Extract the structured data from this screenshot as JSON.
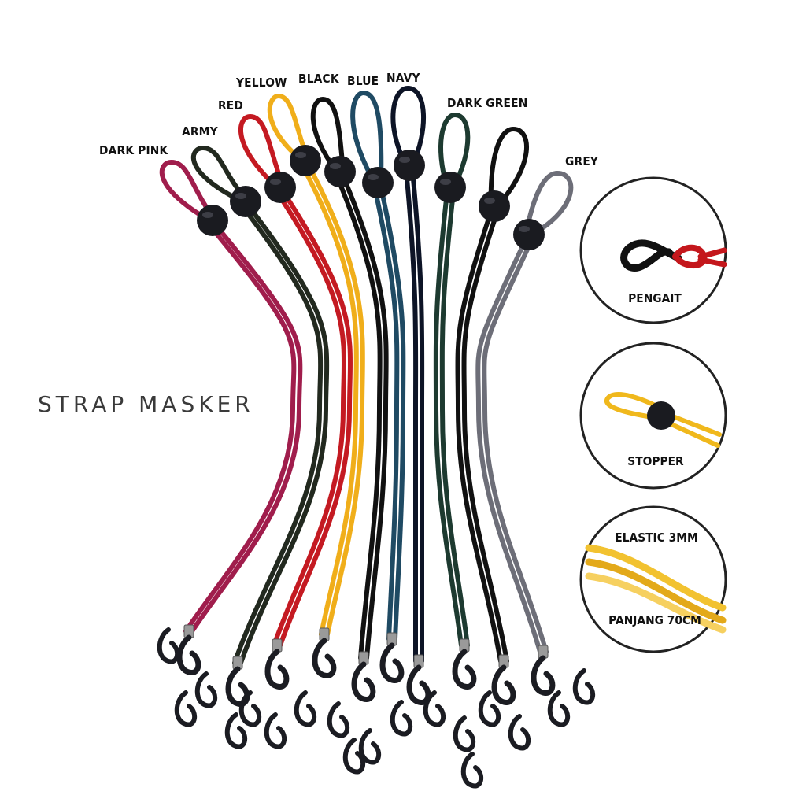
{
  "title": "STRAP MASKER",
  "color_labels": [
    "DARK PINK",
    "ARMY",
    "RED",
    "YELLOW",
    "BLACK",
    "BLUE",
    "NAVY",
    "DARK GREEN",
    "GREY"
  ],
  "colors": {
    "dark_pink": "#a01d4c",
    "army": "#22291f",
    "red": "#c41a22",
    "yellow": "#f0ae1a",
    "black": "#111111",
    "blue": "#1f4a63",
    "navy": "#0d1426",
    "dark_green": "#1d3a30",
    "grey": "#6d6e78"
  },
  "details": {
    "hook": "PENGAIT",
    "stopper": "STOPPER",
    "elastic": "ELASTIC 3MM",
    "length": "PANJANG 70CM"
  }
}
